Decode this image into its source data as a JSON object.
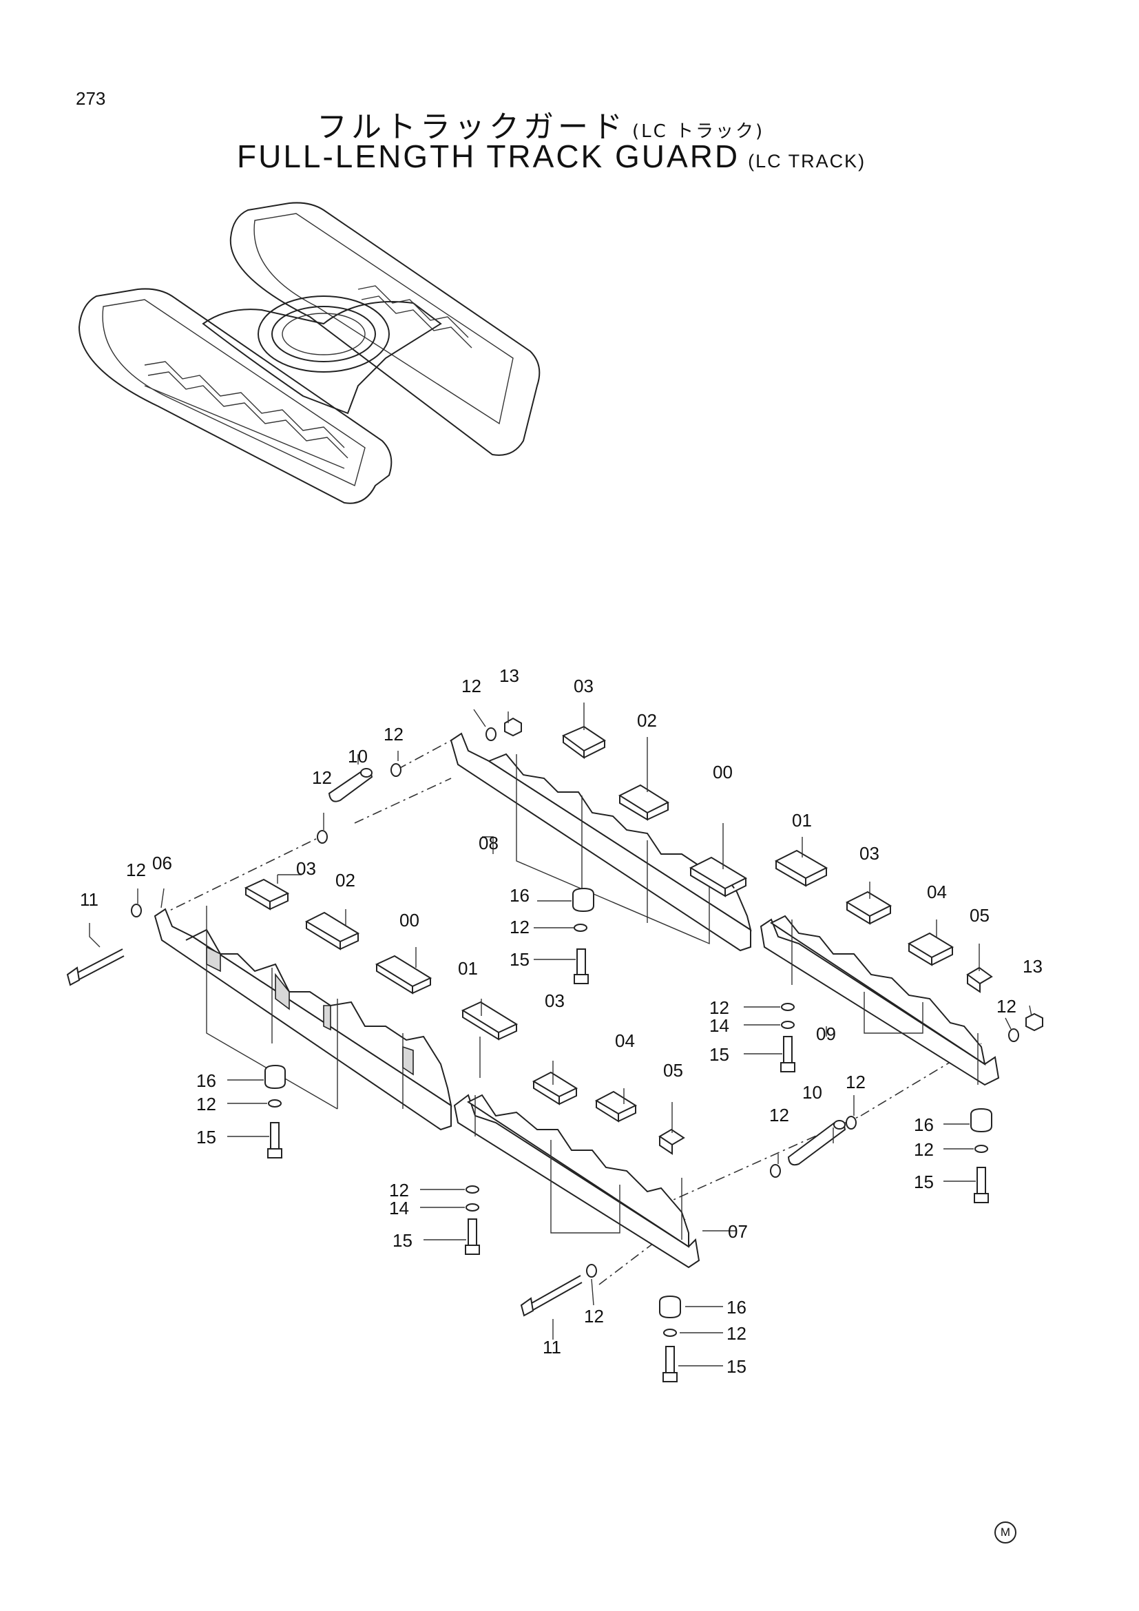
{
  "header": {
    "page_number": "273",
    "title_jp": "フルトラックガード",
    "title_jp_sub": "(LC トラック)",
    "title_en": "FULL-LENGTH TRACK GUARD",
    "title_en_sub": "(LC TRACK)"
  },
  "callouts": {
    "c00a": "00",
    "c00b": "00",
    "c01a": "01",
    "c01b": "01",
    "c02a": "02",
    "c02b": "02",
    "c03a": "03",
    "c03b": "03",
    "c03c": "03",
    "c03d": "03",
    "c04a": "04",
    "c04b": "04",
    "c05a": "05",
    "c05b": "05",
    "c06": "06",
    "c07": "07",
    "c08": "08",
    "c09": "09",
    "c10a": "10",
    "c10b": "10",
    "c11a": "11",
    "c11b": "11",
    "c12a": "12",
    "c12b": "12",
    "c12c": "12",
    "c12d": "12",
    "c12e": "12",
    "c12f": "12",
    "c12g": "12",
    "c12h": "12",
    "c12i": "12",
    "c12j": "12",
    "c12k": "12",
    "c12l": "12",
    "c12m": "12",
    "c13a": "13",
    "c13b": "13",
    "c14a": "14",
    "c14b": "14",
    "c15a": "15",
    "c15b": "15",
    "c15c": "15",
    "c15d": "15",
    "c15e": "15",
    "c16a": "16",
    "c16b": "16",
    "c16c": "16",
    "c16d": "16"
  },
  "footer": {
    "mark": "M"
  }
}
